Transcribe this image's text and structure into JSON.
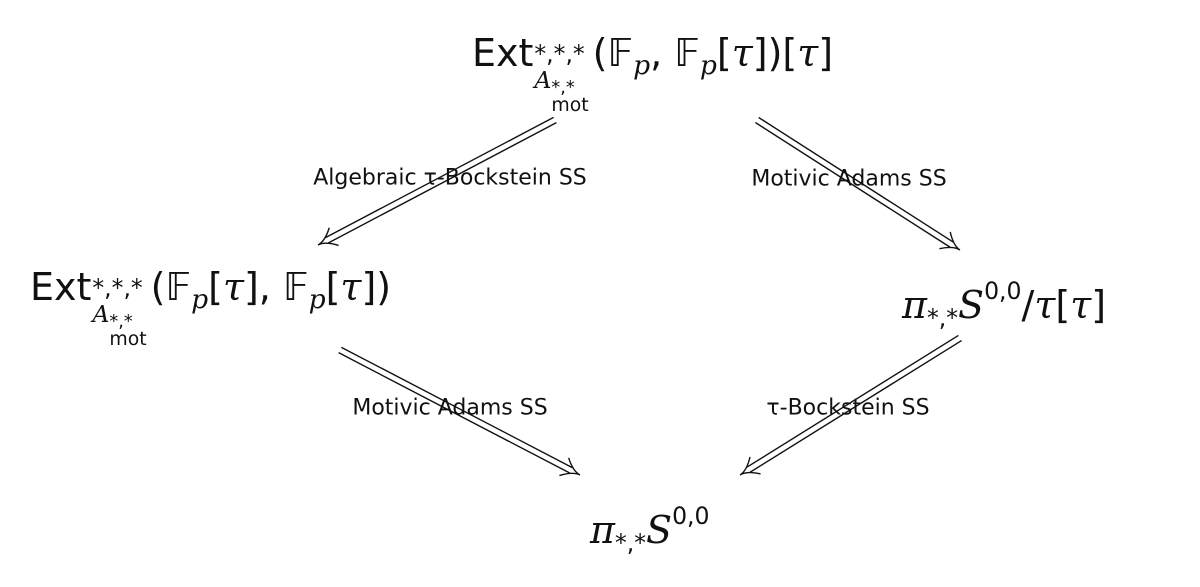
{
  "nodes": {
    "top": {
      "base": "Ext",
      "sup": "*,*,*",
      "sub_base": "A",
      "sub_sup": "*,*",
      "sub_sub": "mot",
      "args": [
        {
          "t": "(𝔽",
          "c": ""
        },
        {
          "t": "p",
          "c": "psub"
        },
        {
          "t": ", 𝔽",
          "c": ""
        },
        {
          "t": "p",
          "c": "psub"
        },
        {
          "t": "[",
          "c": ""
        },
        {
          "t": "τ",
          "c": "it"
        },
        {
          "t": "])[",
          "c": ""
        },
        {
          "t": "τ",
          "c": "it"
        },
        {
          "t": "]",
          "c": ""
        }
      ]
    },
    "left": {
      "base": "Ext",
      "sup": "*,*,*",
      "sub_base": "A",
      "sub_sup": "*,*",
      "sub_sub": "mot",
      "args": [
        {
          "t": "(𝔽",
          "c": ""
        },
        {
          "t": "p",
          "c": "psub"
        },
        {
          "t": "[",
          "c": ""
        },
        {
          "t": "τ",
          "c": "it"
        },
        {
          "t": "], 𝔽",
          "c": ""
        },
        {
          "t": "p",
          "c": "psub"
        },
        {
          "t": "[",
          "c": ""
        },
        {
          "t": "τ",
          "c": "it"
        },
        {
          "t": "])",
          "c": ""
        }
      ]
    },
    "right": {
      "parts": [
        {
          "t": "π",
          "c": "it"
        },
        {
          "t": "*,*",
          "c": "sb2"
        },
        {
          "t": "S",
          "c": "it"
        },
        {
          "t": "0,0",
          "c": "sp"
        },
        {
          "t": "/",
          "c": ""
        },
        {
          "t": "τ",
          "c": "it"
        },
        {
          "t": "[",
          "c": ""
        },
        {
          "t": "τ",
          "c": "it"
        },
        {
          "t": "]",
          "c": ""
        }
      ]
    },
    "bottom": {
      "parts": [
        {
          "t": "π",
          "c": "it"
        },
        {
          "t": "*,*",
          "c": "sb2"
        },
        {
          "t": "S",
          "c": "it"
        },
        {
          "t": "0,0",
          "c": "sp"
        }
      ]
    }
  },
  "arrows": [
    {
      "id": "algebraic-tau-bockstein",
      "label": "Algebraic τ-Bockstein SS",
      "from": "top",
      "to": "left"
    },
    {
      "id": "motivic-adams-top",
      "label": "Motivic Adams SS",
      "from": "top",
      "to": "right"
    },
    {
      "id": "motivic-adams-bottom",
      "label": "Motivic Adams SS",
      "from": "left",
      "to": "bottom"
    },
    {
      "id": "tau-bockstein",
      "label": "τ-Bockstein SS",
      "from": "right",
      "to": "bottom"
    }
  ]
}
